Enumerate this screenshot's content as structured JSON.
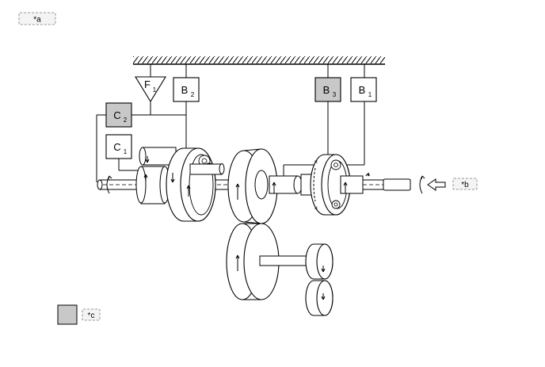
{
  "callouts": {
    "a": "*a",
    "b": "*b",
    "c": "*c"
  },
  "components": {
    "f1": {
      "letter": "F",
      "sub": "1"
    },
    "b2": {
      "letter": "B",
      "sub": "2"
    },
    "b3": {
      "letter": "B",
      "sub": "3"
    },
    "b1": {
      "letter": "B",
      "sub": "1"
    },
    "c2": {
      "letter": "C",
      "sub": "2"
    },
    "c1": {
      "letter": "C",
      "sub": "1"
    }
  },
  "colors": {
    "highlight": "#c8c8c8",
    "line": "#000000",
    "tag_border": "#777777"
  },
  "legend": {
    "swatch_color": "#c8c8c8",
    "label": "*c"
  }
}
